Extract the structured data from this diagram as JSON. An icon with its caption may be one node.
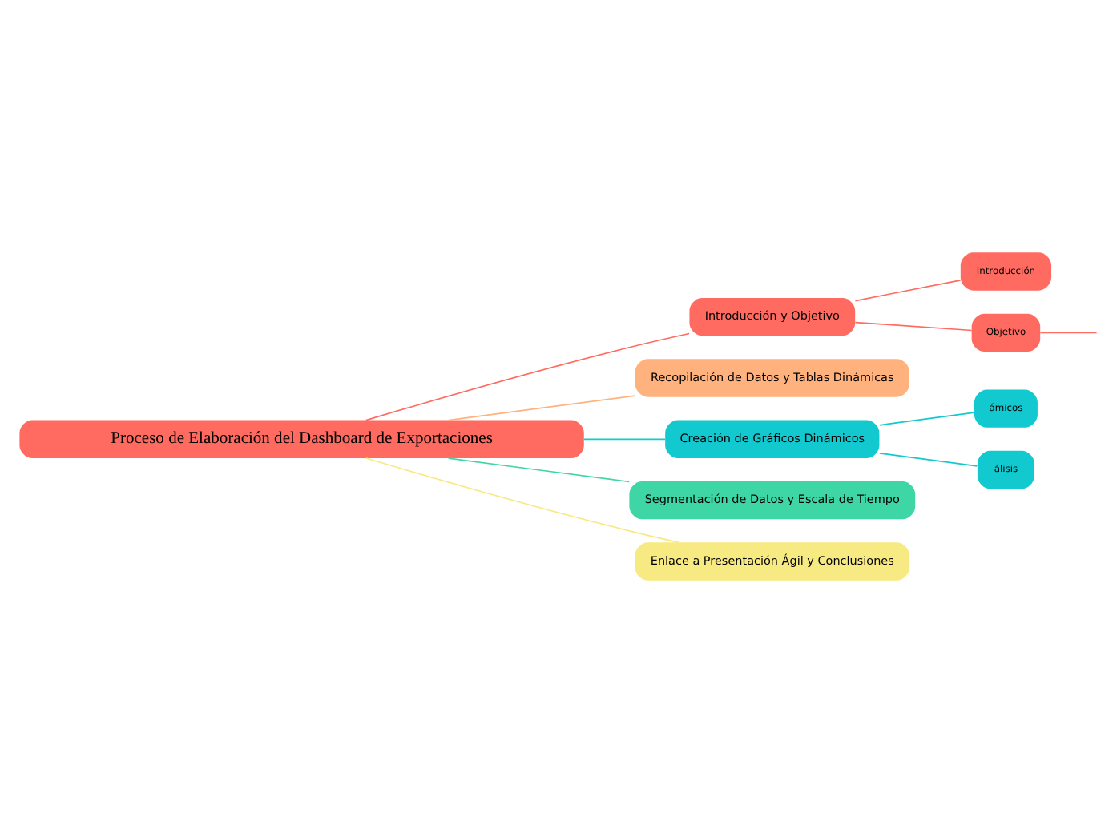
{
  "diagram": {
    "nodes": [
      {
        "text": [
          "Proceso de Elaboración del Dashboard de Exportaciones"
        ]
      },
      {
        "text": [
          "Introducción y Objetivo"
        ]
      },
      {
        "text": [
          "Introducción"
        ]
      },
      {
        "text": [
          "Objetivo"
        ]
      },
      {
        "text": [
          "Recopilación de Datos y Tablas Dinámicas"
        ]
      },
      {
        "text": [
          "Creación de Gráficos Dinámicos"
        ]
      },
      {
        "text": [
          "ámicos"
        ]
      },
      {
        "text": [
          "álisis"
        ]
      },
      {
        "text": [
          "Segmentación de Datos y Escala de Tiempo"
        ]
      },
      {
        "text": [
          "Enlace a Presentación Ágil y Conclusiones"
        ]
      }
    ],
    "edges": [
      {
        "from": 0,
        "to": 1,
        "arrow": "none",
        "color": "#ff6b61"
      },
      {
        "from": 1,
        "to": 2,
        "arrow": "none",
        "color": "#ff6b61"
      },
      {
        "from": 1,
        "to": 3,
        "arrow": "none",
        "color": "#ff6b61"
      },
      {
        "from": 3,
        "to": null,
        "arrow": "none",
        "color": "#ff6b61"
      },
      {
        "from": 0,
        "to": 4,
        "arrow": "none",
        "color": "#ffb27d"
      },
      {
        "from": 0,
        "to": 5,
        "arrow": "none",
        "color": "#11c9cf"
      },
      {
        "from": 5,
        "to": 6,
        "arrow": "none",
        "color": "#11c9cf"
      },
      {
        "from": 5,
        "to": 7,
        "arrow": "none",
        "color": "#11c9cf"
      },
      {
        "from": 0,
        "to": 8,
        "arrow": "none",
        "color": "#3fd6a5"
      },
      {
        "from": 0,
        "to": 9,
        "arrow": "none",
        "color": "#f7ea83"
      }
    ]
  }
}
